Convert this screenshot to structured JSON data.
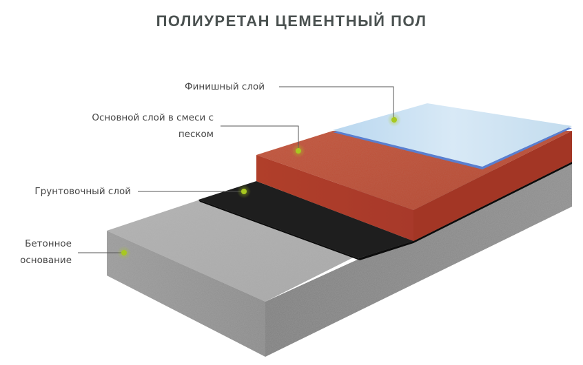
{
  "title": "ПОЛИУРЕТАН ЦЕМЕНТНЫЙ ПОЛ",
  "layers": [
    {
      "id": "finish",
      "label": "Финишный слой",
      "color": "#c8dff0"
    },
    {
      "id": "base",
      "label_line1": "Основной слой в смеси с",
      "label_line2": "песком",
      "color": "#b8432d"
    },
    {
      "id": "primer",
      "label": "Грунтовочный слой",
      "color": "#1d1d1d"
    },
    {
      "id": "concrete",
      "label_line1": "Бетонное",
      "label_line2": "основание",
      "color": "#9a9a9a"
    }
  ],
  "colors": {
    "marker": "#a8c820",
    "leader_line": "#555555",
    "title": "#4a5150",
    "label_text": "#444444"
  }
}
